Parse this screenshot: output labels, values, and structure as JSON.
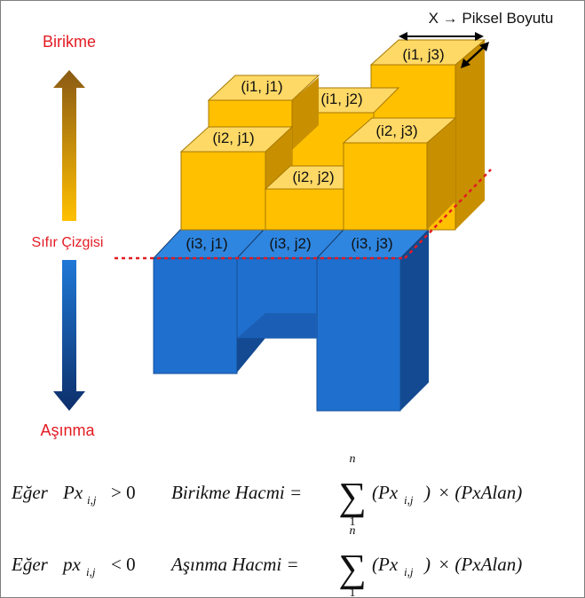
{
  "labels": {
    "accumulation": "Birikme",
    "zero_line": "Sıfır Çizgisi",
    "erosion": "Aşınma",
    "pixel_size": "X → Piksel Boyutu"
  },
  "cells": {
    "i1j1": "(i1, j1)",
    "i1j2": "(i1, j2)",
    "i1j3": "(i1, j3)",
    "i2j1": "(i2, j1)",
    "i2j2": "(i2, j2)",
    "i2j3": "(i2, j3)",
    "i3j1": "(i3, j1)",
    "i3j2": "(i3, j2)",
    "i3j3": "(i3, j3)"
  },
  "formulas": {
    "deposition": {
      "condition_word": "Eğer",
      "var": "Px",
      "subscript": "i,j",
      "relation": "> 0",
      "name": "Birikme Hacmi =",
      "sum_upper": "n",
      "sum_lower": "1",
      "sum_symbol": "∑",
      "term": "(Px",
      "term_close": ")",
      "times": "× (PxAlan)"
    },
    "erosion": {
      "condition_word": "Eğer",
      "var": "px",
      "subscript": "i,j",
      "relation": "< 0",
      "name": "Aşınma Hacmi =",
      "sum_upper": "n",
      "sum_lower": "1",
      "sum_symbol": "∑",
      "term": "(Px",
      "term_close": ")",
      "times": "× (PxAlan)"
    }
  },
  "colors": {
    "gold_front": "#ffc000",
    "gold_top": "#ffd966",
    "gold_side": "#c89000",
    "blue_front": "#1f6fce",
    "blue_top": "#2e86e0",
    "blue_side": "#134a92",
    "red": "#e31b23"
  }
}
